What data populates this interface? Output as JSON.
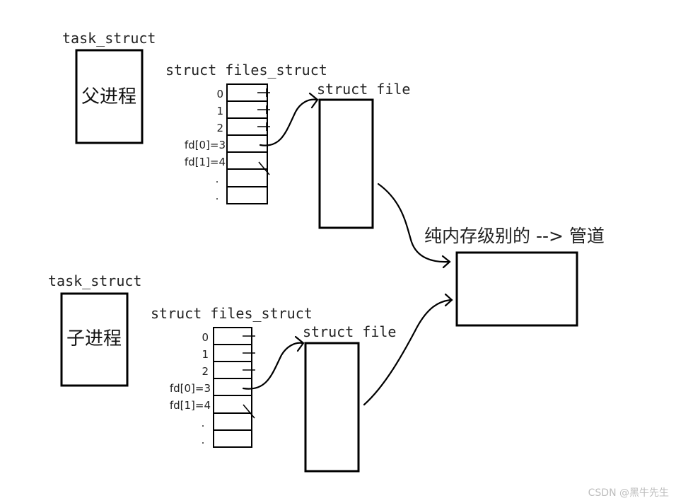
{
  "parent": {
    "task_struct_label": "task_struct",
    "process_label": "父进程",
    "files_struct_label": "struct files_struct",
    "file_label": "struct file",
    "rows": [
      "0",
      "1",
      "2",
      "fd[0]=3",
      "fd[1]=4",
      ".",
      "."
    ]
  },
  "child": {
    "task_struct_label": "task_struct",
    "process_label": "子进程",
    "files_struct_label": "struct files_struct",
    "file_label": "struct file",
    "rows": [
      "0",
      "1",
      "2",
      "fd[0]=3",
      "fd[1]=4",
      ".",
      "."
    ]
  },
  "pipe": {
    "label": "纯内存级别的 --> 管道"
  },
  "watermark": "CSDN @黑牛先生"
}
